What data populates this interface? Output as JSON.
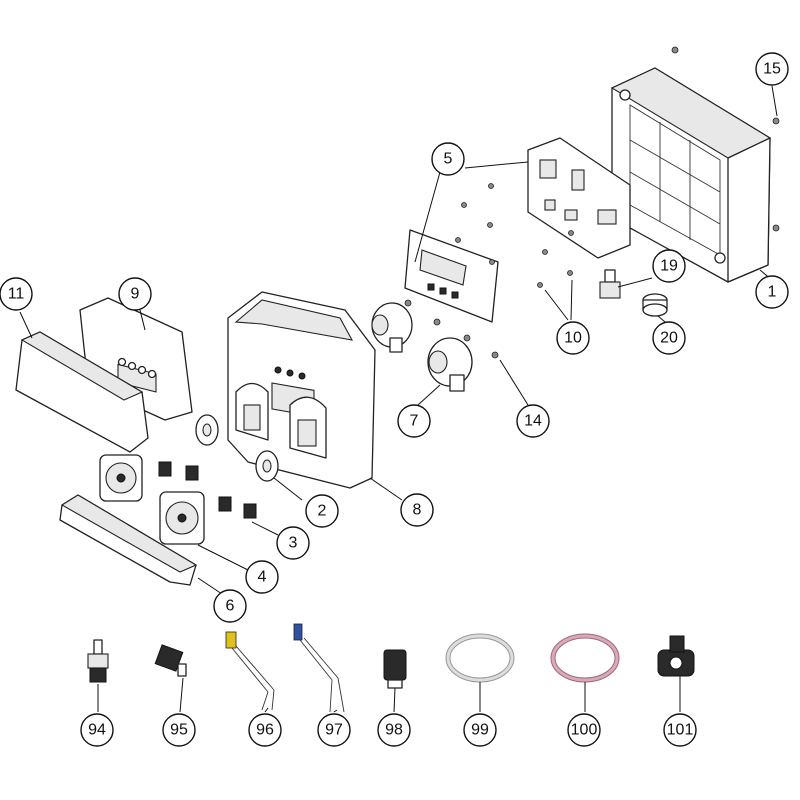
{
  "diagram": {
    "callouts": [
      "1",
      "2",
      "3",
      "4",
      "5",
      "6",
      "7",
      "8",
      "9",
      "10",
      "11",
      "14",
      "15",
      "19",
      "20",
      "94",
      "95",
      "96",
      "97",
      "98",
      "99",
      "100",
      "101"
    ]
  },
  "colors": {
    "ink": "#111111",
    "shade": "#e8e8e8",
    "tube_white": "#dddddd",
    "tube_pink": "#d9aab8",
    "probe_yellow": "#e0c020",
    "probe_blue": "#3050a0"
  }
}
